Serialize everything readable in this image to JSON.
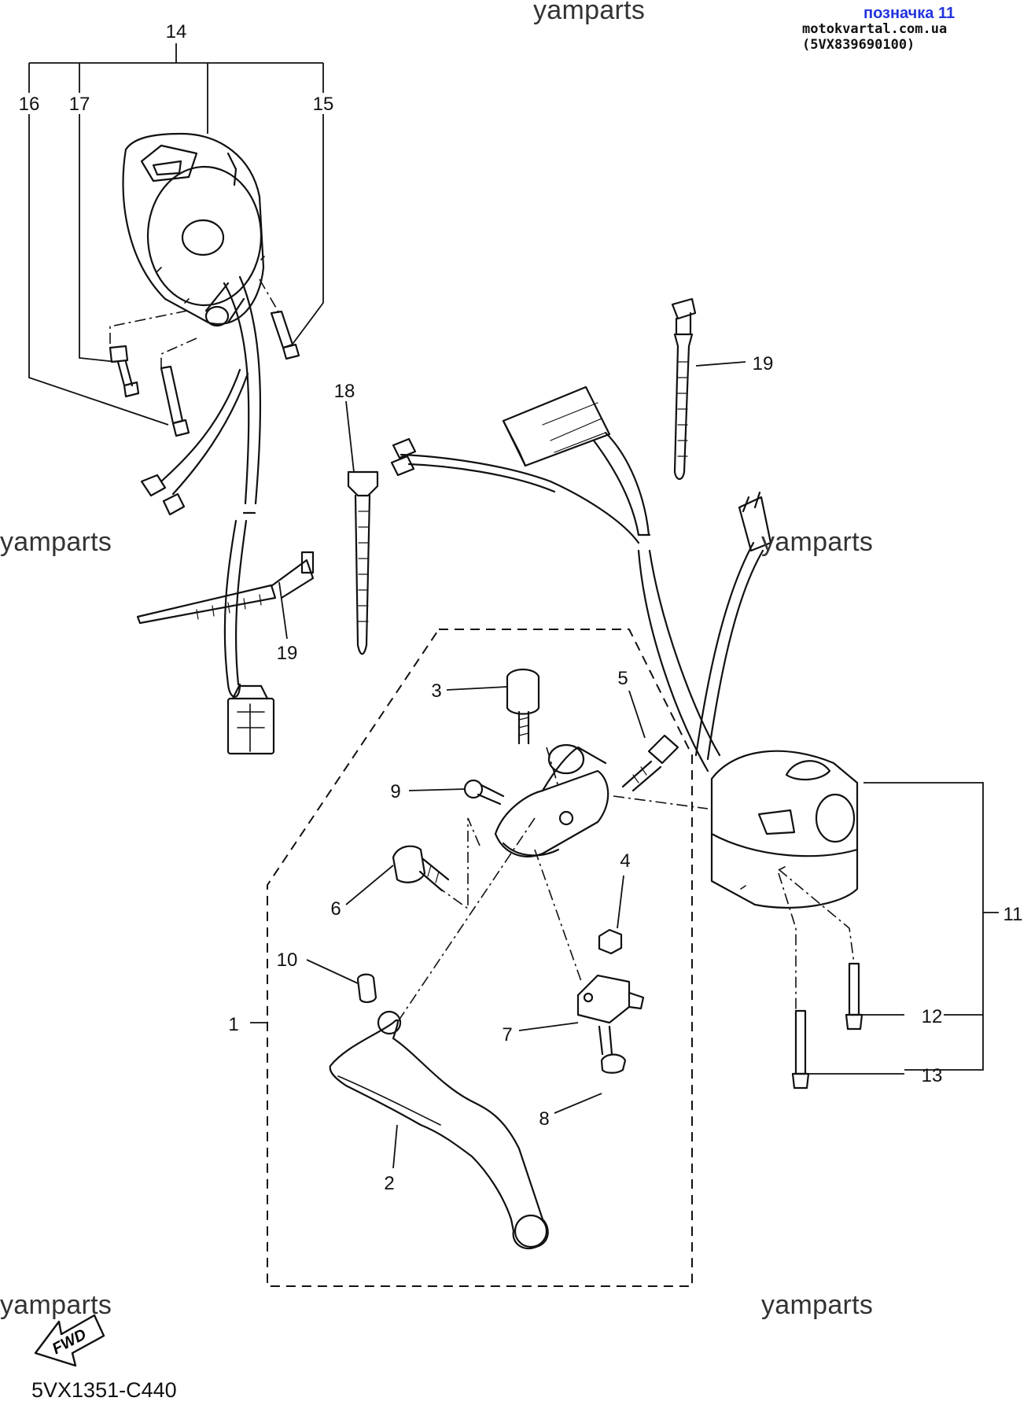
{
  "header": {
    "badge_title": "позначка 11",
    "badge_source": "motokvartal.com.ua (5VX839690100)"
  },
  "watermarks": [
    "yamparts",
    "yamparts",
    "yamparts",
    "yamparts",
    "yamparts"
  ],
  "fwd_label": "FWD",
  "diagram_code": "5VX1351-C440",
  "callouts": [
    "14",
    "16",
    "17",
    "15",
    "18",
    "19",
    "19",
    "3",
    "5",
    "9",
    "4",
    "6",
    "10",
    "1",
    "7",
    "8",
    "2",
    "11",
    "12",
    "13"
  ]
}
